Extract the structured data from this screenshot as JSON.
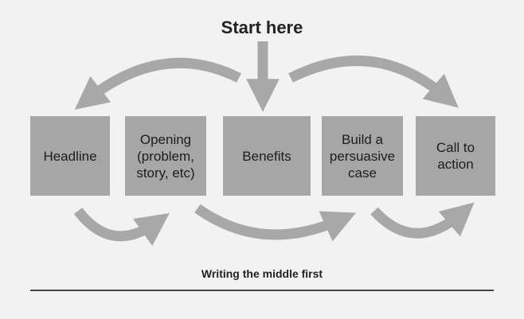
{
  "title": "Start here",
  "boxes": [
    {
      "label": "Headline"
    },
    {
      "label": "Opening (problem, story, etc)"
    },
    {
      "label": "Benefits"
    },
    {
      "label": "Build a persuasive case"
    },
    {
      "label": "Call to action"
    }
  ],
  "caption": "Writing the middle first",
  "colors": {
    "box": "#a6a6a6",
    "arrow": "#a8a8a8",
    "background": "#f2f2f2",
    "text": "#1d1d1d"
  }
}
